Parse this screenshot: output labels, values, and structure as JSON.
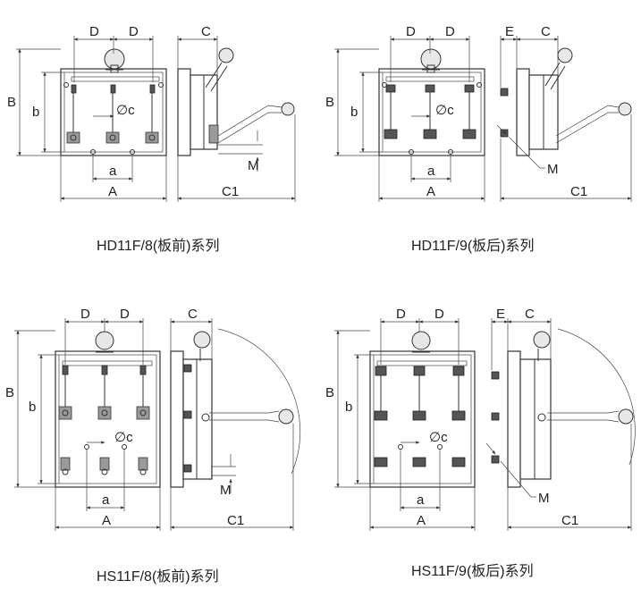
{
  "panels": [
    {
      "caption": "HD11F/8(板前)系列",
      "labels": {
        "D1": "D",
        "D2": "D",
        "C": "C",
        "B": "B",
        "b": "b",
        "c": "∅c",
        "M": "M",
        "a": "a",
        "A": "A",
        "C1": "C1"
      }
    },
    {
      "caption": "HD11F/9(板后)系列",
      "labels": {
        "D1": "D",
        "D2": "D",
        "E": "E",
        "C": "C",
        "B": "B",
        "b": "b",
        "c": "∅c",
        "M": "M",
        "a": "a",
        "A": "A",
        "C1": "C1"
      }
    },
    {
      "caption": "HS11F/8(板前)系列",
      "labels": {
        "D1": "D",
        "D2": "D",
        "C": "C",
        "B": "B",
        "b": "b",
        "c": "∅c",
        "M": "M",
        "a": "a",
        "A": "A",
        "C1": "C1"
      }
    },
    {
      "caption": "HS11F/9(板后)系列",
      "labels": {
        "D1": "D",
        "D2": "D",
        "E": "E",
        "C": "C",
        "B": "B",
        "b": "b",
        "c": "∅c",
        "M": "M",
        "a": "a",
        "A": "A",
        "C1": "C1"
      }
    }
  ]
}
